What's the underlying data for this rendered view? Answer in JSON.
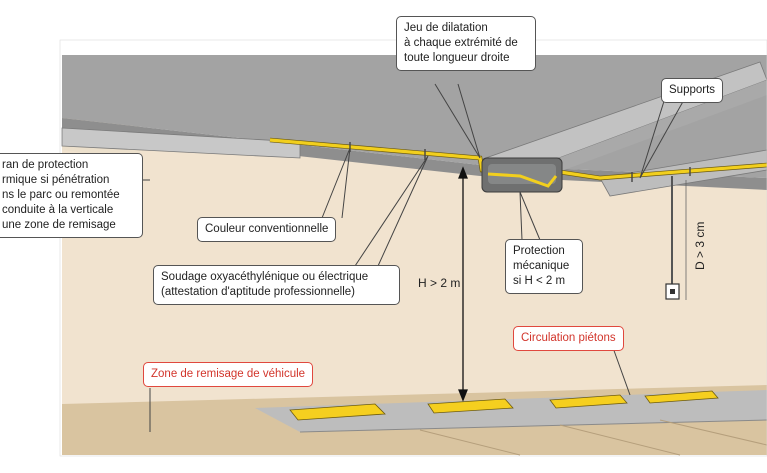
{
  "labels": {
    "expansion_joint": [
      "Jeu de dilatation",
      "à chaque extrémité de",
      "toute longueur droite"
    ],
    "supports": "Supports",
    "thermal_screen": [
      "ran de protection",
      "rmique si pénétration",
      "ns le parc ou remontée",
      "conduite à la verticale",
      "une zone de remisage"
    ],
    "conventional_color": "Couleur conventionnelle",
    "welding": [
      "Soudage oxyacéthylénique ou électrique",
      "(attestation d'aptitude professionnelle)"
    ],
    "height": "H > 2 m",
    "mechanical_protection": [
      "Protection",
      "mécanique",
      "si H < 2 m"
    ],
    "distance": "D > 3 cm",
    "pedestrian_circulation": "Circulation piétons",
    "vehicle_parking_zone": "Zone de remisage de véhicule"
  },
  "colors": {
    "pipe": "#f2cf1d",
    "wall": "#f1e3cf",
    "ceiling": "#9d9d9d",
    "floor": "#d9c4a0",
    "bumper": "#f5cf1f",
    "red_label": "#e0483e"
  },
  "icons": [
    "wall-outlet-icon"
  ]
}
